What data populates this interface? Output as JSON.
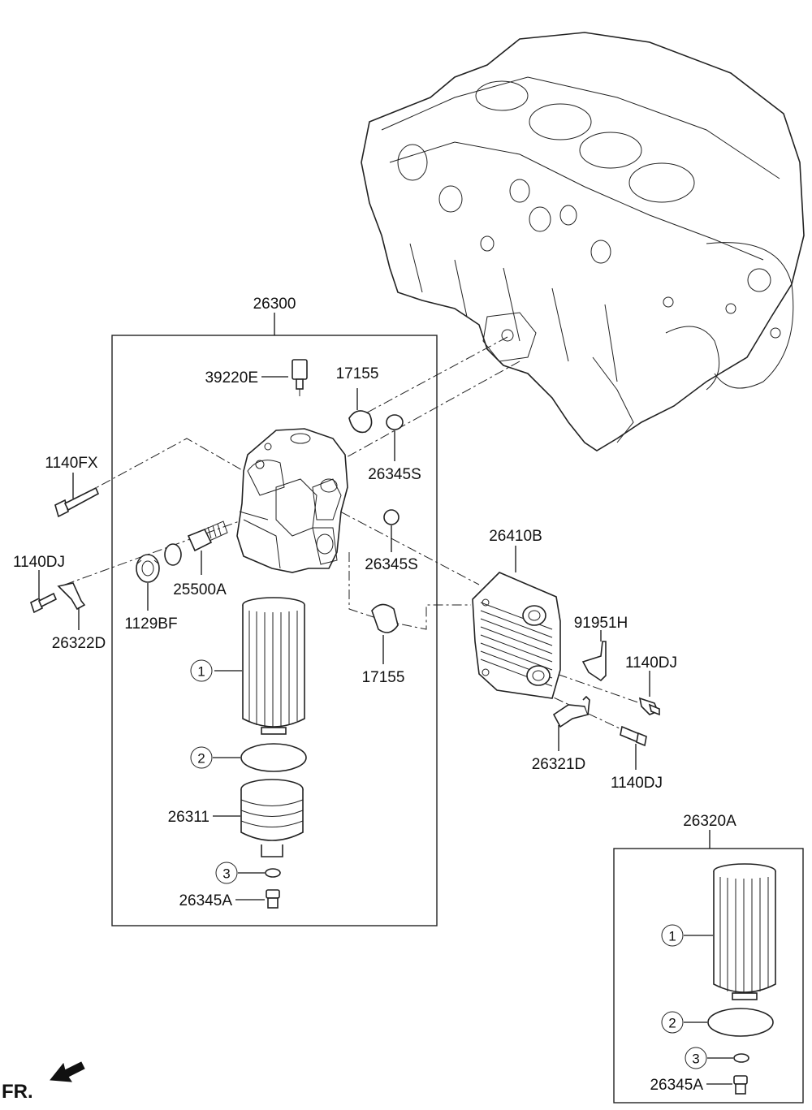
{
  "labels": {
    "assy_26300": "26300",
    "sensor_39220E": "39220E",
    "gasket_17155_top": "17155",
    "oring_26345S_top": "26345S",
    "bolt_1140FX": "1140FX",
    "bolt_1140DJ_left": "1140DJ",
    "bracket_26322D": "26322D",
    "plug_1129BF": "1129BF",
    "valve_25500A": "25500A",
    "oring_26345S_mid": "26345S",
    "gasket_17155_bottom": "17155",
    "cooler_26410B": "26410B",
    "bracket_91951H": "91951H",
    "bolt_1140DJ_right_upper": "1140DJ",
    "bracket_26321D": "26321D",
    "bolt_1140DJ_right_lower": "1140DJ",
    "cap_26311": "26311",
    "drain_26345A_left": "26345A",
    "kit_26320A": "26320A",
    "drain_26345A_right": "26345A",
    "front_indicator": "FR."
  },
  "callouts": {
    "filter_element_left": "1",
    "oring_left": "2",
    "small_oring_left": "3",
    "filter_element_right": "1",
    "oring_right": "2",
    "small_oring_right": "3"
  },
  "icons": {
    "front_arrow": "arrow-left-down-icon"
  }
}
